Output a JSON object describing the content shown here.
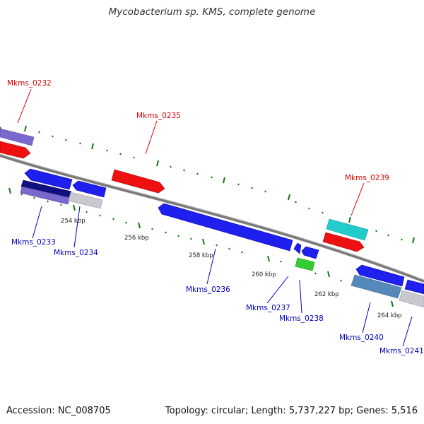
{
  "title": "Mycobacterium sp. KMS, complete genome",
  "footer": {
    "accession": "Accession: NC_008705",
    "summary": "Topology: circular; Length: 5,737,227 bp; Genes: 5,516"
  },
  "colors": {
    "forward_label": "#dd0000",
    "reverse_label": "#0000bb",
    "backbone": "#777777",
    "tick": "#117711"
  },
  "ticks": [
    "254 kbp",
    "256 kbp",
    "258 kbp",
    "260 kbp",
    "262 kbp",
    "264 kbp"
  ],
  "genes": [
    {
      "id": "Mkms_0232",
      "strand": "forward"
    },
    {
      "id": "Mkms_0233",
      "strand": "reverse"
    },
    {
      "id": "Mkms_0234",
      "strand": "reverse"
    },
    {
      "id": "Mkms_0235",
      "strand": "forward"
    },
    {
      "id": "Mkms_0236",
      "strand": "reverse"
    },
    {
      "id": "Mkms_0237",
      "strand": "reverse"
    },
    {
      "id": "Mkms_0238",
      "strand": "reverse"
    },
    {
      "id": "Mkms_0239",
      "strand": "forward"
    },
    {
      "id": "Mkms_0240",
      "strand": "reverse"
    },
    {
      "id": "Mkms_0241",
      "strand": "reverse"
    }
  ]
}
